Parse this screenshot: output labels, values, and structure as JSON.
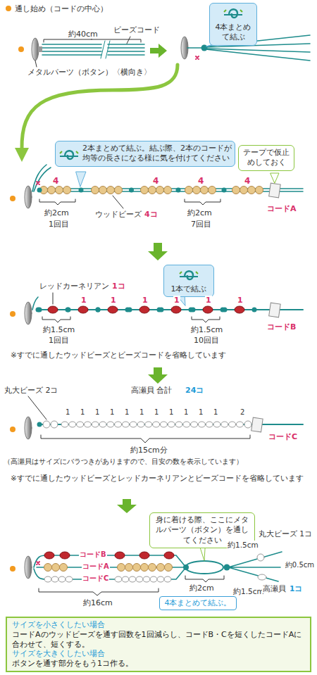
{
  "diagram": {
    "nodes": [
      {
        "text": [
          "4本まとめて結ぶ"
        ]
      },
      {
        "text": [
          "2本まとめて結ぶ。結ぶ際、2本のコードが均等の長さになる様に気を付けてください"
        ]
      },
      {
        "text": [
          "テープで仮止めしておく"
        ]
      },
      {
        "text": [
          "1本で結ぶ"
        ]
      },
      {
        "text": [
          "身に着ける際、ここにメタルパーツ（ボタン）を通してください"
        ]
      },
      {
        "text": [
          "4本まとめて結ぶ。"
        ]
      },
      {
        "text": [
          "サイズを小さくしたい場合",
          "コードAのウッドビーズを通す回数を1回減らし、コードB・Cを短くしたコードAに合わせて、短くする。",
          "サイズを大きくしたい場合",
          "ボタンを通す部分をもう1コ作る。"
        ]
      }
    ],
    "labels": [
      "通し始め（コードの中心）",
      "ビーズコード",
      "約40cm",
      "メタルパーツ（ボタン）〈横向き〉",
      "4",
      "4",
      "4",
      "4",
      "約2cm",
      "1回目",
      "ウッドビーズ",
      "4コ",
      "約2cm",
      "7回目",
      "コードA",
      "レッドカーネリアン",
      "1コ",
      "1",
      "1",
      "1",
      "1",
      "1",
      "1",
      "約1.5cm",
      "1回目",
      "約1.5cm",
      "10回目",
      "コードB",
      "※すでに通したウッドビーズとビーズコードを省略しています",
      "丸大ビーズ 2コ",
      "高瀬貝 合計",
      "24コ",
      "1",
      "1",
      "1",
      "1",
      "1",
      "1",
      "1",
      "1",
      "1",
      "1",
      "1",
      "2",
      "約15cm分",
      "（高瀬貝はサイズにバラつきがありますので、目安の数を表示しています）",
      "コードC",
      "※すでに通したウッドビーズとレッドカーネリアンとビーズコードを省略しています",
      "コードB",
      "コードA",
      "コードC",
      "約16cm",
      "約2cm",
      "約1.5cm",
      "丸大ビーズ 1コ",
      "約0.5cm",
      "約1.5cm",
      "高瀬貝",
      "1コ"
    ]
  }
}
